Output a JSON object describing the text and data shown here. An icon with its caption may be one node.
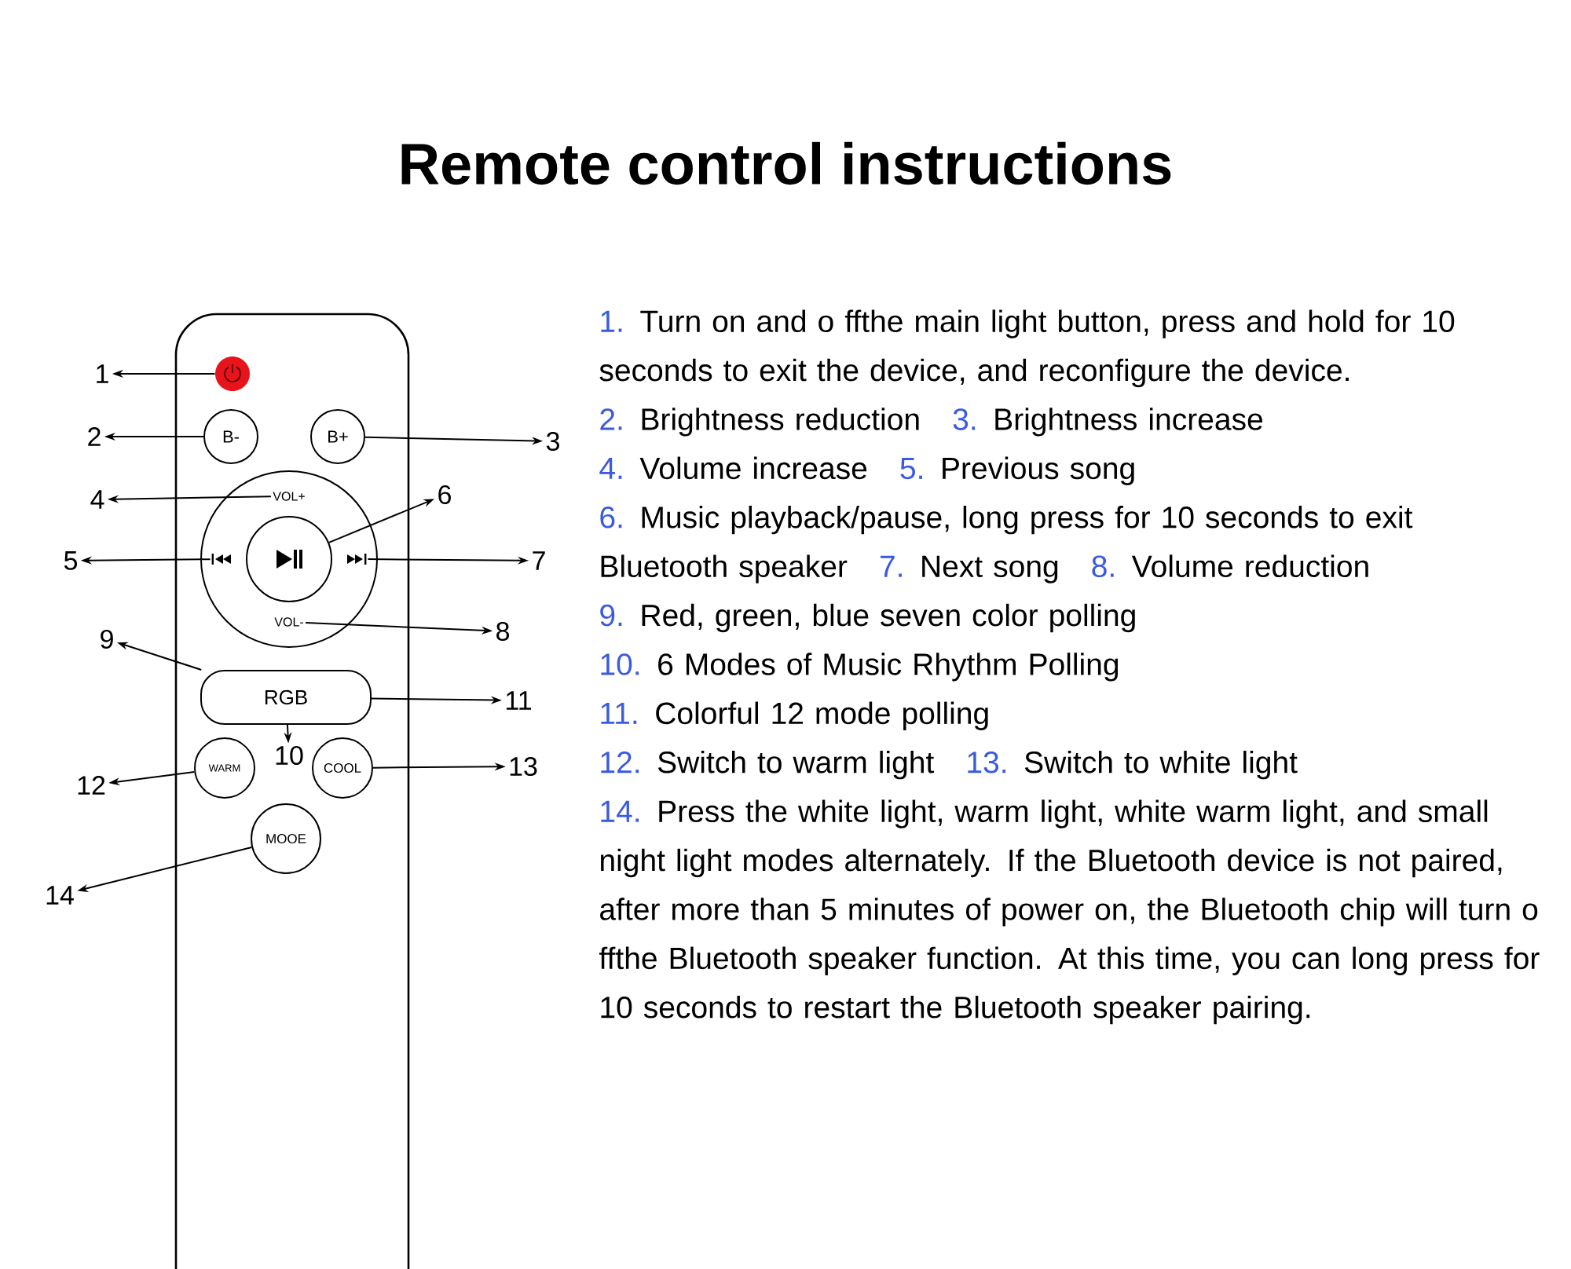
{
  "diagram": {
    "title": "Remote control instructions",
    "nodes": [
      {
        "text": [],
        "shape": "box"
      },
      {
        "text": [],
        "shape": "circle",
        "in": 0
      },
      {
        "text": [
          "B-"
        ],
        "in": 0
      },
      {
        "text": [
          "B+"
        ],
        "in": 0
      },
      {
        "text": [],
        "shape": "circle",
        "in": 0
      },
      {
        "text": [
          "VOL+"
        ],
        "in": 4
      },
      {
        "text": [],
        "shape": "picture",
        "in": 4
      },
      {
        "text": [],
        "shape": "circle",
        "in": 4
      },
      {
        "text": [],
        "shape": "picture",
        "in": 4
      },
      {
        "text": [
          "VOL-"
        ],
        "in": 4
      },
      {
        "text": [
          "RGB"
        ],
        "in": 0
      },
      {
        "text": [
          "WARM"
        ],
        "in": 0
      },
      {
        "text": [
          "COOL"
        ],
        "in": 0
      },
      {
        "text": [
          "MOOE"
        ],
        "in": 0
      },
      {
        "text": [
          "1"
        ]
      },
      {
        "text": [
          "2"
        ]
      },
      {
        "text": [
          "3"
        ]
      },
      {
        "text": [
          "4"
        ]
      },
      {
        "text": [
          "5"
        ]
      },
      {
        "text": [
          "6"
        ]
      },
      {
        "text": [
          "7"
        ]
      },
      {
        "text": [
          "8"
        ]
      },
      {
        "text": [
          "9"
        ]
      },
      {
        "text": [
          "10"
        ],
        "in": 0
      },
      {
        "text": [
          "11"
        ]
      },
      {
        "text": [
          "12"
        ]
      },
      {
        "text": [
          "13"
        ]
      },
      {
        "text": [
          "14"
        ]
      }
    ],
    "edges": [
      {
        "from": 1,
        "to": 14,
        "arrow": "to"
      },
      {
        "from": 2,
        "to": 15,
        "arrow": "to"
      },
      {
        "from": 3,
        "to": 16,
        "arrow": "to"
      },
      {
        "from": 5,
        "to": 17,
        "arrow": "to"
      },
      {
        "from": 6,
        "to": 18,
        "arrow": "to"
      },
      {
        "from": 7,
        "to": 19,
        "arrow": "to"
      },
      {
        "from": 8,
        "to": 20,
        "arrow": "to"
      },
      {
        "from": 9,
        "to": 21,
        "arrow": "to"
      },
      {
        "from": 10,
        "to": 22,
        "arrow": "to"
      },
      {
        "from": 10,
        "to": 23,
        "arrow": "to"
      },
      {
        "from": 10,
        "to": 24,
        "arrow": "to"
      },
      {
        "from": 11,
        "to": 25,
        "arrow": "to"
      },
      {
        "from": 12,
        "to": 26,
        "arrow": "to"
      },
      {
        "from": 13,
        "to": 27,
        "arrow": "to"
      }
    ],
    "labels": [
      "1.",
      "Turn on and o ffthe main light button, press and hold for 10 seconds to exit the device, and reconfigure the device.",
      "2.",
      "Brightness reduction",
      "3.",
      "Brightness increase",
      "4.",
      "Volume increase",
      "5.",
      "Previous song",
      "6.",
      "Music playback/pause, long press for 10 seconds to exit Bluetooth speaker",
      "7.",
      "Next song",
      "8.",
      "Volume reduction",
      "9.",
      "Red, green, blue seven color polling",
      "10.",
      "6 Modes of Music Rhythm Polling",
      "11.",
      "Colorful 12 mode polling",
      "12.",
      "Switch to warm light",
      "13.",
      "Switch to white light",
      "14.",
      "Press the white light, warm light, white warm light, and small night light modes alternately. If the Bluetooth device is not paired, after more than 5 minutes of power on, the Bluetooth chip will turn o ffthe Bluetooth speaker function. At this time, you can long press for 10 seconds to restart the Bluetooth speaker pairing."
    ]
  }
}
